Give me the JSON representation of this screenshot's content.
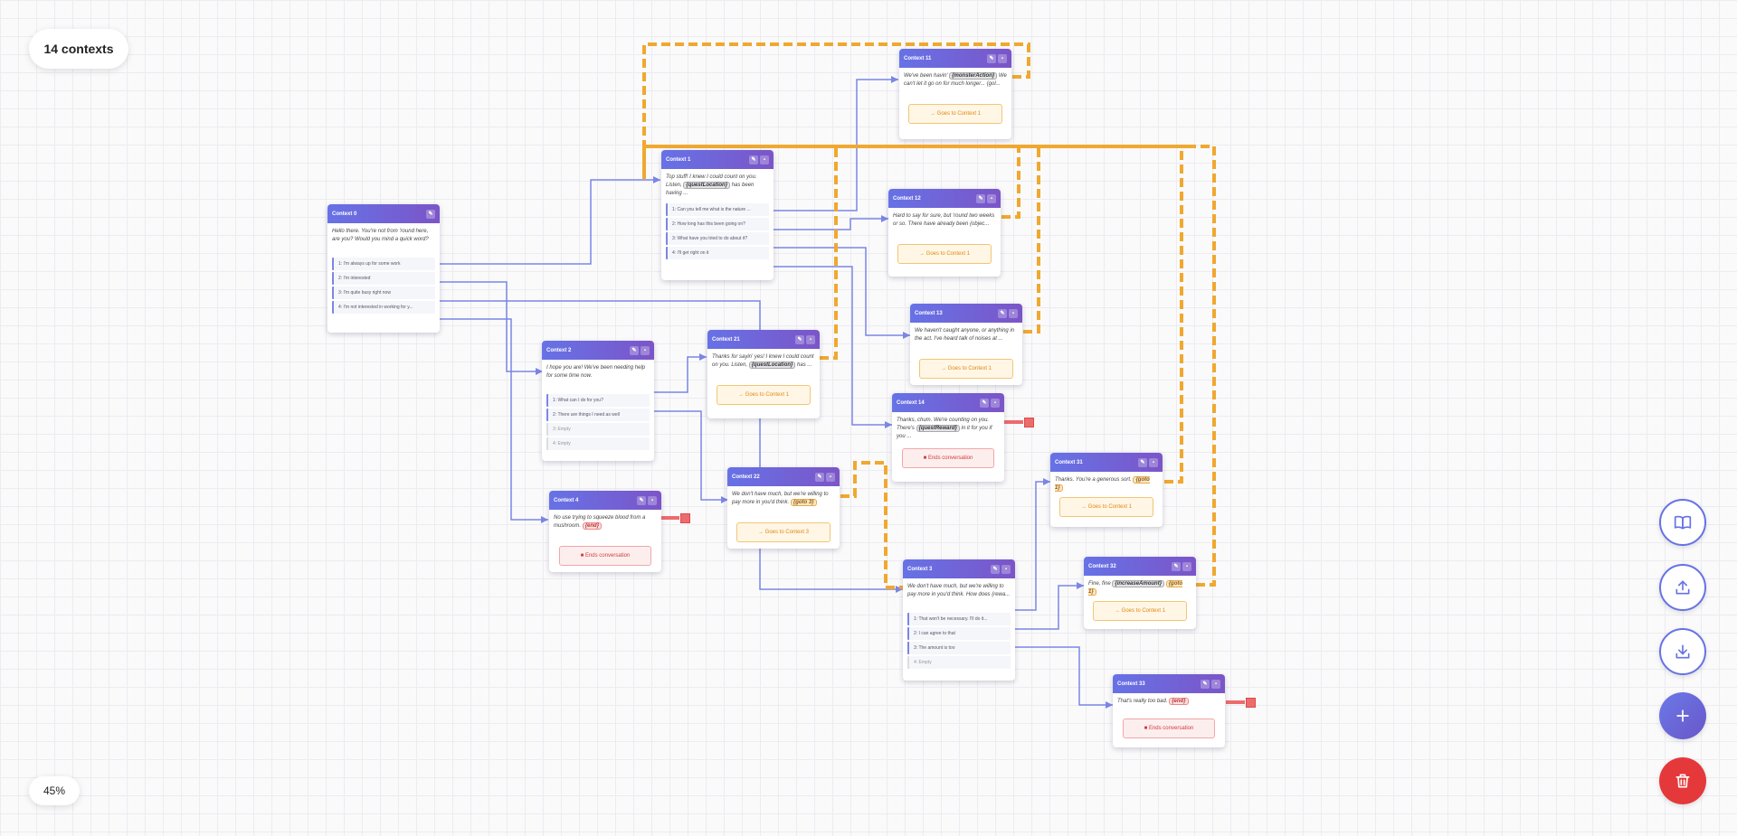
{
  "header": {
    "contexts_count": "14 contexts"
  },
  "footer": {
    "zoom": "45%"
  },
  "labels": {
    "goes_to_1": "→ Goes to Context 1",
    "goes_to_3": "→ Goes to Context 3",
    "ends": "■ Ends conversation"
  },
  "contexts": {
    "c0": {
      "title": "Context 0",
      "text": "Hello there. You're not from 'round here, are you? Would you mind a quick word?",
      "choices": [
        "1: I'm always up for some work",
        "2: I'm interested",
        "3: I'm quite busy right now",
        "4: I'm not interested in working for y..."
      ]
    },
    "c1": {
      "title": "Context 1",
      "text_a": "Top stuff! I knew I could count on you. Listen,",
      "var": "{questLocation}",
      "text_b": "has been having ...",
      "choices": [
        "1: Can you tell me what is the nature ...",
        "2: How long has this been going on?",
        "3: What have you tried to do about it?",
        "4: I'll get right on it"
      ]
    },
    "c2": {
      "title": "Context 2",
      "text": "I hope you are! We've been needing help for some time now.",
      "choices": [
        "1: What can I do for you?",
        "2: There are things I need as well",
        "3: Empty",
        "4: Empty"
      ]
    },
    "c4": {
      "title": "Context 4",
      "text": "No use trying to squeeze blood from a mushroom.",
      "tag": "{end}"
    },
    "c11": {
      "title": "Context 11",
      "text_a": "We've been havin'",
      "var": "{monsterAction}",
      "text_b": "We can't let it go on for much longer... {gol..."
    },
    "c12": {
      "title": "Context 12",
      "text": "Hard to say for sure, but 'round two weeks or so. There have already been {objec..."
    },
    "c13": {
      "title": "Context 13",
      "text": "We haven't caught anyone, or anything in the act. I've heard talk of noises at ..."
    },
    "c14": {
      "title": "Context 14",
      "text_a": "Thanks, chum. We're counting on you. There's",
      "var": "{questReward}",
      "text_b": "in it for you if you ..."
    },
    "c21": {
      "title": "Context 21",
      "text_a": "Thanks for sayin' yes! I knew I could count on you. Listen,",
      "var": "{questLocation}",
      "text_b": "has ..."
    },
    "c22": {
      "title": "Context 22",
      "text": "We don't have much, but we're willing to pay more in you'd think.",
      "tag": "{goto 3}"
    },
    "c3": {
      "title": "Context 3",
      "text": "We don't have much, but we're willing to pay more in you'd think. How does {rewa...",
      "choices": [
        "1: That won't be necessary. I'll do it...",
        "2: I can agree to that",
        "3: The amount is too",
        "4: Empty"
      ]
    },
    "c31": {
      "title": "Context 31",
      "text": "Thanks. You're a generous sort.",
      "tag": "{goto 1}"
    },
    "c32": {
      "title": "Context 32",
      "text": "Fine, fine",
      "var": "{increaseAmount}",
      "tag": "{goto 1}"
    },
    "c33": {
      "title": "Context 33",
      "text": "That's really too bad.",
      "tag": "{end}"
    }
  },
  "toolbar": {
    "guide": "book-icon",
    "export": "upload-icon",
    "import": "download-icon",
    "add": "plus-icon",
    "delete": "trash-icon"
  },
  "colors": {
    "accent": "#6672e6",
    "dialog_link": "#7b86e6",
    "goto_link": "#f0a830",
    "end_marker": "#ee6b6b",
    "danger": "#e5383b"
  }
}
